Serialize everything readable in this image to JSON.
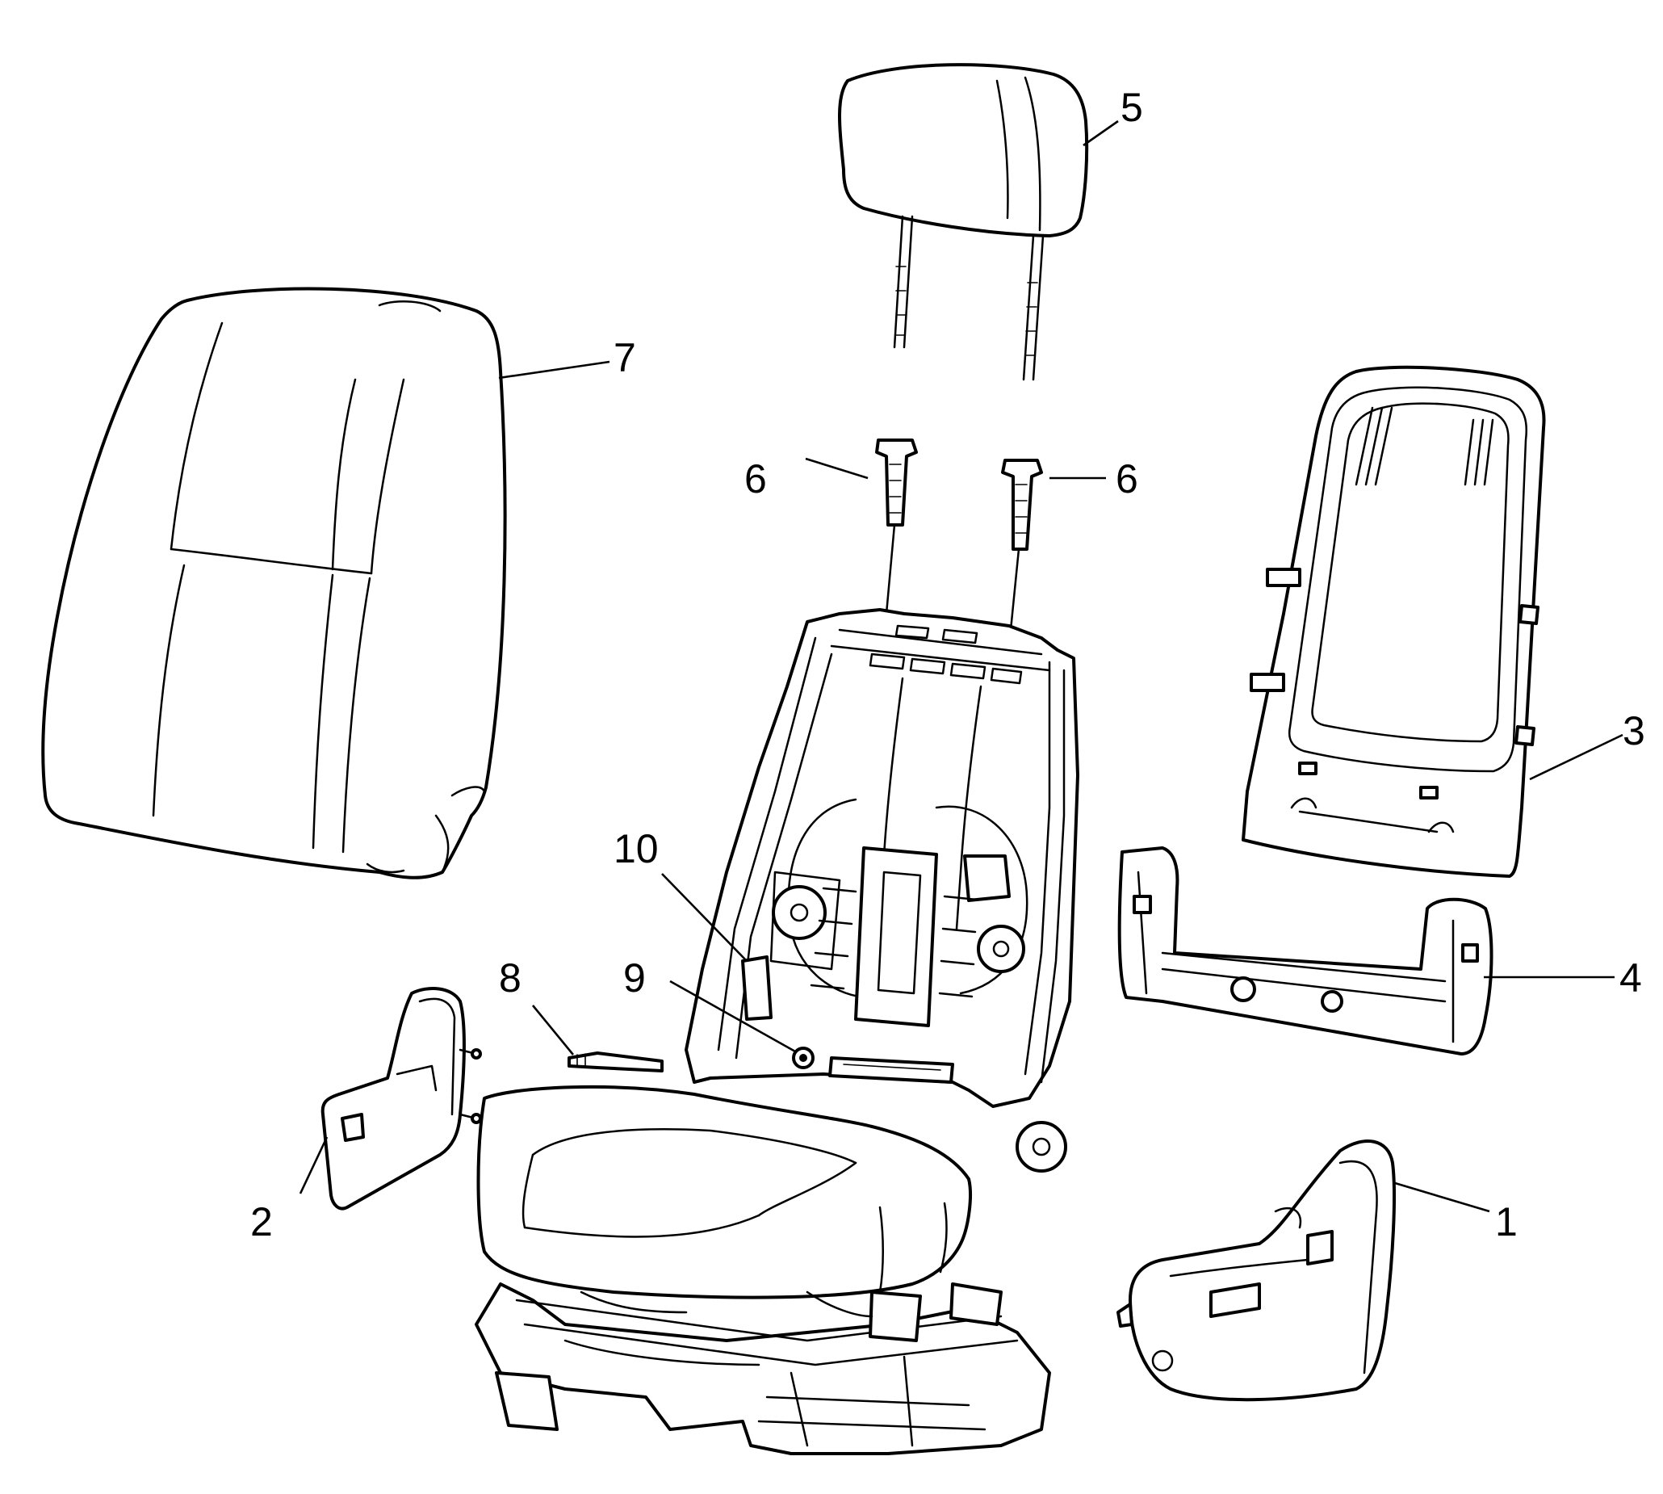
{
  "diagram": {
    "callouts": [
      {
        "id": "1",
        "label": "1"
      },
      {
        "id": "2",
        "label": "2"
      },
      {
        "id": "3",
        "label": "3"
      },
      {
        "id": "4",
        "label": "4"
      },
      {
        "id": "5",
        "label": "5"
      },
      {
        "id": "6a",
        "label": "6"
      },
      {
        "id": "6b",
        "label": "6"
      },
      {
        "id": "7",
        "label": "7"
      },
      {
        "id": "8",
        "label": "8"
      },
      {
        "id": "9",
        "label": "9"
      },
      {
        "id": "10",
        "label": "10"
      }
    ],
    "colors": {
      "line": "#000000",
      "background": "#ffffff"
    }
  }
}
